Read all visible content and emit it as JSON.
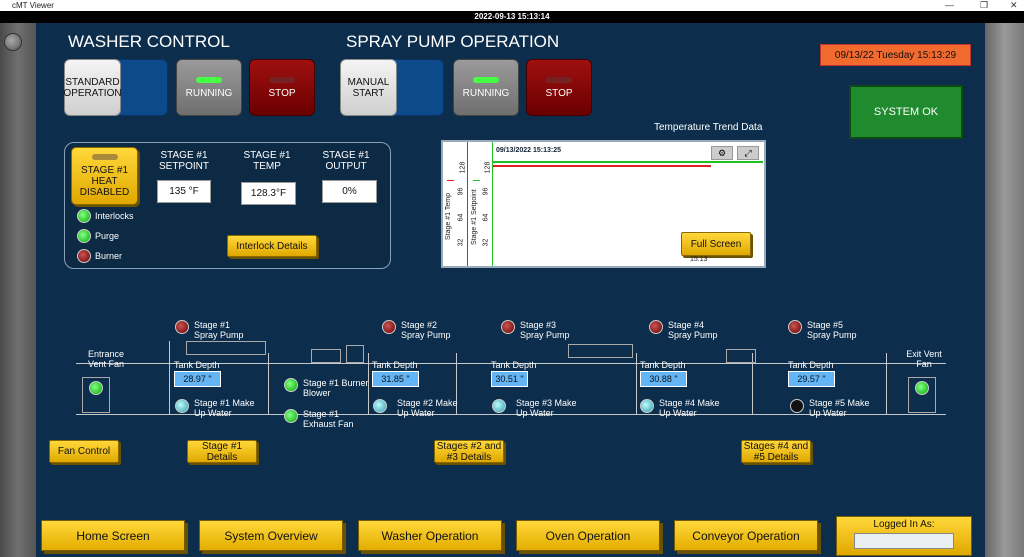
{
  "window": {
    "title": "cMT Viewer",
    "timestamp": "2022-09-13 15:13:14",
    "minimize": "—",
    "restore": "❐",
    "close": "✕"
  },
  "washer": {
    "title": "WASHER CONTROL",
    "mode_label": "STANDARD OPERATION",
    "running_label": "RUNNING",
    "stop_label": "STOP"
  },
  "pump": {
    "title": "SPRAY PUMP OPERATION",
    "mode_label": "MANUAL START",
    "running_label": "RUNNING",
    "stop_label": "STOP"
  },
  "status": {
    "datetime": "09/13/22   Tuesday 15:13:29",
    "system_ok": "SYSTEM OK"
  },
  "stage1": {
    "heat_label": "STAGE #1 HEAT DISABLED",
    "setpoint_label": "STAGE #1 SETPOINT",
    "temp_label": "STAGE #1 TEMP",
    "output_label": "STAGE #1 OUTPUT",
    "setpoint": "135 °F",
    "temp": "128.3°F",
    "output": "0%",
    "interlocks": "Interlocks",
    "purge": "Purge",
    "burner": "Burner",
    "interlock_btn": "Interlock Details"
  },
  "trend": {
    "title": "Temperature Trend Data",
    "timestamp": "09/13/2022 15:13:25",
    "full_screen": "Full Screen",
    "time_label": "15:13",
    "temp_axis": "Stage #1 Temp",
    "setpoint_axis": "Stage #1 Setpoint",
    "ticks": [
      "128",
      "96",
      "64",
      "32"
    ],
    "settings_icon": "⚙",
    "expand_icon": "⤢",
    "colors": {
      "temp": "#e02020",
      "setpoint": "#20c020"
    }
  },
  "line": {
    "entrance": "Entrance Vent Fan",
    "exit": "Exit Vent Fan",
    "tank_label": "Tank Depth",
    "pumps": [
      "Stage #1 Spray Pump",
      "Stage #2 Spray Pump",
      "Stage #3 Spray Pump",
      "Stage #4 Spray Pump",
      "Stage #5 Spray Pump"
    ],
    "tanks": [
      "28.97 \"",
      "31.85 \"",
      "30.51 \"",
      "30.88 \"",
      "29.57 \""
    ],
    "makeup": [
      "Stage #1 Make Up Water",
      "Stage #2 Make Up Water",
      "Stage #3 Make Up Water",
      "Stage #4 Make Up Water",
      "Stage #5 Make Up Water"
    ],
    "burner_blower": "Stage #1 Burner Blower",
    "exhaust_fan": "Stage #1 Exhaust Fan",
    "fan_control": "Fan Control",
    "s1_details": "Stage #1 Details",
    "s23_details": "Stages #2 and #3 Details",
    "s45_details": "Stages #4 and #5 Details"
  },
  "nav": {
    "home": "Home Screen",
    "overview": "System Overview",
    "washer": "Washer Operation",
    "oven": "Oven Operation",
    "conveyor": "Conveyor Operation",
    "logged_in": "Logged In As:",
    "user": ""
  }
}
